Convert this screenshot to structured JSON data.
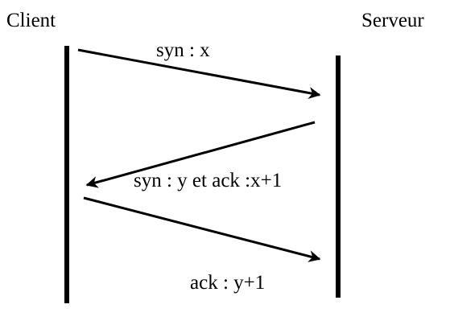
{
  "participants": {
    "client": "Client",
    "server": "Serveur"
  },
  "messages": [
    {
      "from": "client",
      "to": "server",
      "label": "syn : x"
    },
    {
      "from": "server",
      "to": "client",
      "label": "syn : y et ack :x+1"
    },
    {
      "from": "client",
      "to": "server",
      "label": "ack : y+1"
    }
  ],
  "colors": {
    "ink": "#000000",
    "background": "#ffffff"
  }
}
